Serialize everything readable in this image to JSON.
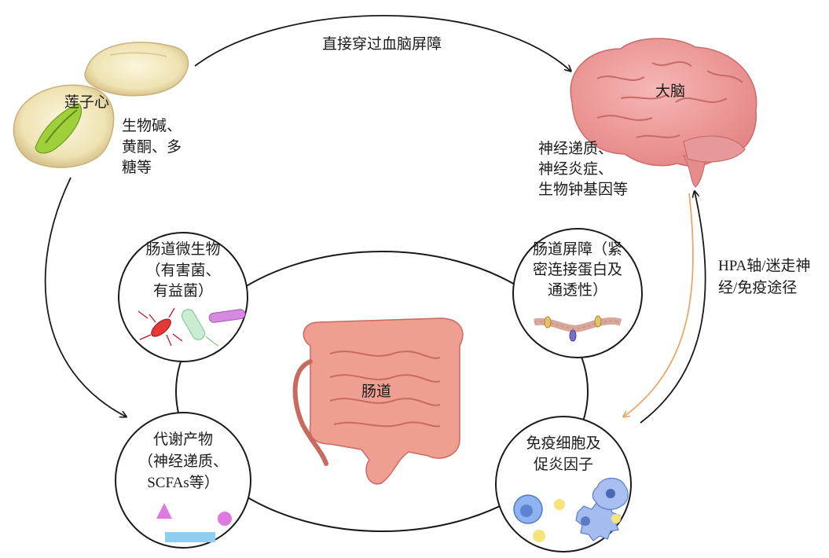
{
  "top_arrow_label": "直接穿过血脑屏障",
  "lotus": {
    "name": "莲子心",
    "components": [
      "生物碱、",
      "黄酮、多",
      "糖等"
    ]
  },
  "brain": {
    "name": "大脑",
    "effects": [
      "神经递质、",
      "神经炎症、",
      "生物钟基因等"
    ]
  },
  "axis_label": [
    "HPA轴/迷走神",
    "经/免疫途径"
  ],
  "gut": {
    "name": "肠道"
  },
  "nodes": {
    "microbiota": [
      "肠道微生物",
      "（有害菌、",
      "有益菌）"
    ],
    "barrier": [
      "肠道屏障（紧",
      "密连接蛋白及",
      "通透性）"
    ],
    "metabolites": [
      "代谢产物",
      "（神经递质、",
      "SCFAs等）"
    ],
    "immune": [
      "免疫细胞及",
      "促炎因子"
    ]
  },
  "colors": {
    "line": "#1a1a1a",
    "orange_arrow": "#e8a86a",
    "brain": "#ec9a9a",
    "gut": "#e99b8d",
    "shape_magenta": "#e078e2",
    "shape_blue": "#8ecff0"
  }
}
